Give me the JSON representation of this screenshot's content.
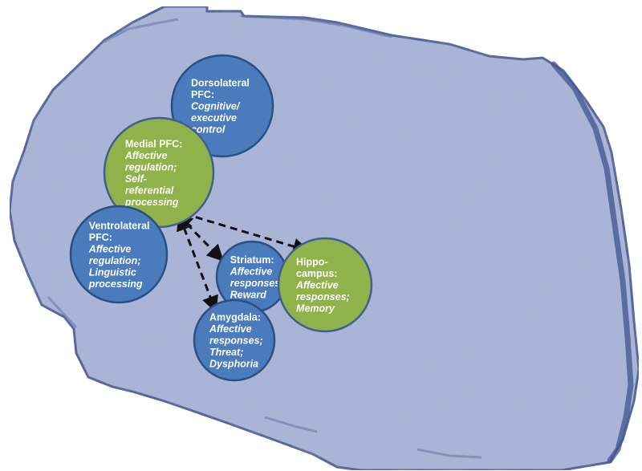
{
  "diagram": {
    "colors": {
      "background": "#ffffff",
      "brain_fill": "#a9b4d6",
      "brain_edge": "#4a5e9a",
      "blue_node": "#4a7cbd",
      "blue_node_edge": "#2b4f82",
      "green_node": "#8fb24a",
      "green_node_edge": "#3f5f8f",
      "node_text": "#ffffff",
      "arrow": "#111111"
    },
    "nodes": [
      {
        "id": "dorsolateral-pfc",
        "style": "blue",
        "title": [
          "Dorsolateral",
          "PFC:"
        ],
        "desc": [
          "Cognitive/",
          "executive",
          "control"
        ]
      },
      {
        "id": "medial-pfc",
        "style": "green",
        "title": [
          "Medial PFC:"
        ],
        "desc": [
          "Affective",
          "regulation;",
          "Self-",
          "referential",
          "processing"
        ]
      },
      {
        "id": "ventrolateral-pfc",
        "style": "blue",
        "title": [
          "Ventrolateral",
          "PFC:"
        ],
        "desc": [
          "Affective",
          "regulation;",
          "Linguistic",
          "processing"
        ]
      },
      {
        "id": "striatum",
        "style": "blue",
        "title": [
          "Striatum:"
        ],
        "desc": [
          "Affective",
          "responses;",
          "Reward"
        ]
      },
      {
        "id": "amygdala",
        "style": "blue",
        "title": [
          "Amygdala:"
        ],
        "desc": [
          "Affective",
          "responses;",
          "Threat;",
          "Dysphoria"
        ]
      },
      {
        "id": "hippocampus",
        "style": "green",
        "title": [
          "Hippo-",
          "campus:"
        ],
        "desc": [
          "Affective",
          "responses;",
          "Memory"
        ]
      }
    ],
    "edges": [
      {
        "from": "medial-pfc",
        "to": "striatum",
        "style": "dashed",
        "bidirectional": true
      },
      {
        "from": "medial-pfc",
        "to": "amygdala",
        "style": "dashed",
        "bidirectional": true
      },
      {
        "from": "medial-pfc",
        "to": "hippocampus",
        "style": "dashed",
        "bidirectional": true
      }
    ]
  }
}
